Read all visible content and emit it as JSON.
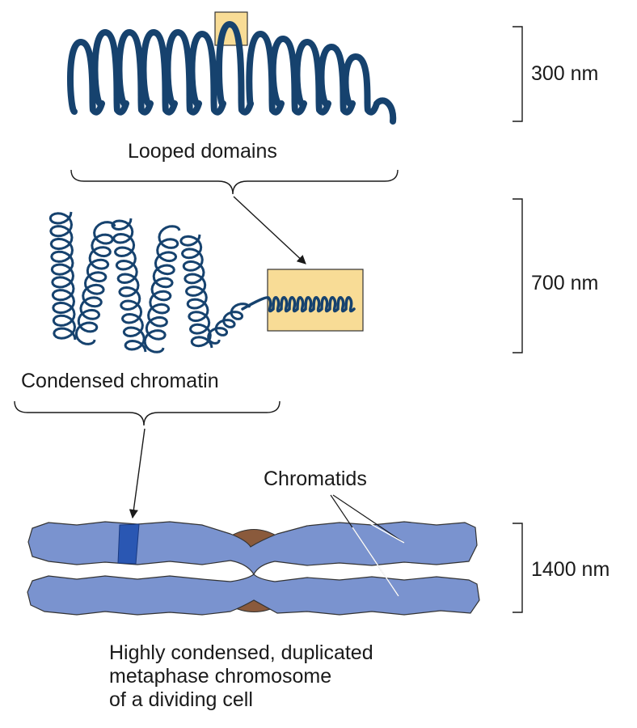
{
  "labels": {
    "looped_domains": "Looped domains",
    "condensed_chromatin": "Condensed chromatin",
    "chromatids": "Chromatids",
    "caption_lines": [
      "Highly condensed, duplicated",
      "metaphase chromosome",
      "of a dividing cell"
    ]
  },
  "scale_bars": {
    "top": "300 nm",
    "middle": "700 nm",
    "bottom": "1400 nm"
  },
  "colors": {
    "fiber": "#16426e",
    "highlight_box": "#f8dc96",
    "chromatid": "#7a93cf",
    "band": "#2a57b3",
    "centromere": "#8a5a3c",
    "line": "#1a1a1a"
  }
}
